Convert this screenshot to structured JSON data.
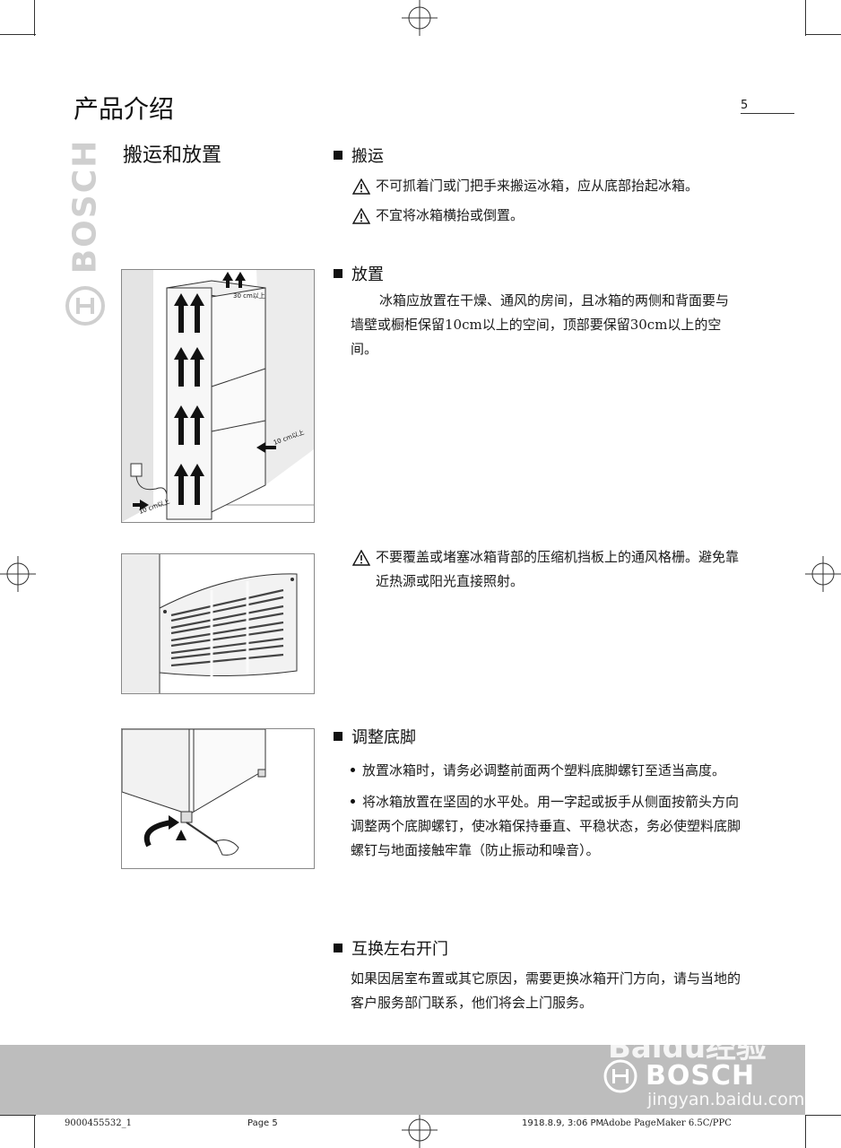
{
  "header": {
    "title": "产品介绍",
    "page_number": "5"
  },
  "sidebar": {
    "brand": "BOSCH"
  },
  "section": {
    "title": "搬运和放置"
  },
  "transport": {
    "heading": "搬运",
    "warnings": [
      "不可抓着门或门把手来搬运冰箱，应从底部抬起冰箱。",
      "不宜将冰箱横抬或倒置。"
    ]
  },
  "placement": {
    "heading": "放置",
    "text": "冰箱应放置在干燥、通风的房间，且冰箱的两侧和背面要与墙壁或橱柜保留10cm以上的空间，顶部要保留30cm以上的空间。",
    "fig_labels": {
      "top": "30 cm以上",
      "side": "10 cm以上",
      "bottom": "10 cm以上"
    }
  },
  "grille": {
    "warning": "不要覆盖或堵塞冰箱背部的压缩机挡板上的通风格栅。避免靠近热源或阳光直接照射。"
  },
  "feet": {
    "heading": "调整底脚",
    "bullets": [
      "放置冰箱时，请务必调整前面两个塑料底脚螺钉至适当高度。",
      "将冰箱放置在坚固的水平处。用一字起或扳手从侧面按箭头方向调整两个底脚螺钉，使冰箱保持垂直、平稳状态，务必使塑料底脚螺钉与地面接触牢靠（防止振动和噪音）。"
    ]
  },
  "doors": {
    "heading": "互换左右开门",
    "text": "如果因居室布置或其它原因，需要更换冰箱开门方向，请与当地的客户服务部门联系，他们将会上门服务。"
  },
  "footer": {
    "brand": "BOSCH",
    "watermark_text": "Baidu经验",
    "watermark_url": "jingyan.baidu.com"
  },
  "imprint": {
    "code": "9000455532_1",
    "page": "Page 5",
    "timestamp": "1918.8.9, 3:06 PM",
    "software": "Adobe PageMaker 6.5C/PPC"
  }
}
